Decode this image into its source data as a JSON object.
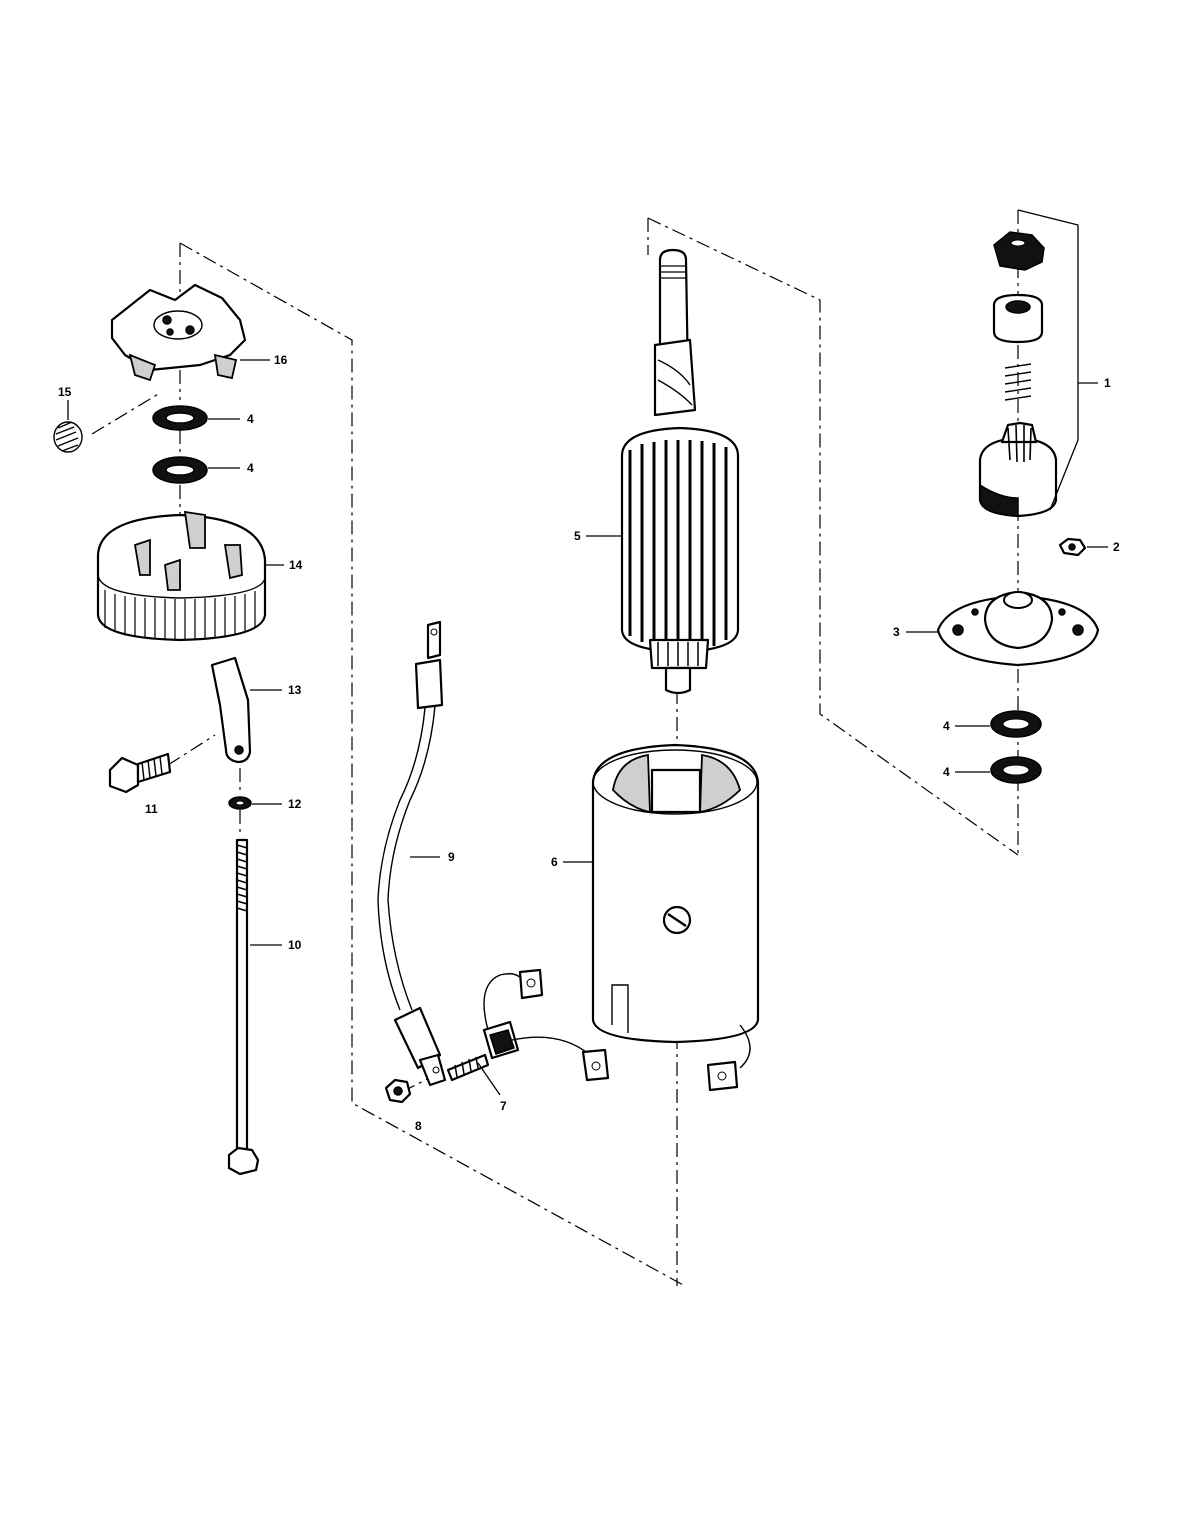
{
  "callouts": {
    "c1": "1",
    "c2": "2",
    "c3": "3",
    "c4a": "4",
    "c4b": "4",
    "c4c": "4",
    "c4d": "4",
    "c5": "5",
    "c6": "6",
    "c7": "7",
    "c8": "8",
    "c9": "9",
    "c10": "10",
    "c11": "11",
    "c12": "12",
    "c13": "13",
    "c14": "14",
    "c15": "15",
    "c16": "16"
  },
  "colors": {
    "ink": "#000000",
    "paper": "#ffffff"
  }
}
